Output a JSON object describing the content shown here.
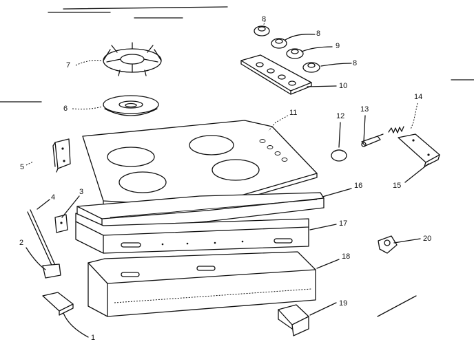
{
  "parts": [
    {
      "id": "p1",
      "label": "1"
    },
    {
      "id": "p2",
      "label": "2"
    },
    {
      "id": "p3",
      "label": "3"
    },
    {
      "id": "p4",
      "label": "4"
    },
    {
      "id": "p5",
      "label": "5"
    },
    {
      "id": "p6",
      "label": "6"
    },
    {
      "id": "p7",
      "label": "7"
    },
    {
      "id": "p8a",
      "label": "8"
    },
    {
      "id": "p8b",
      "label": "8"
    },
    {
      "id": "p8c",
      "label": "8"
    },
    {
      "id": "p9",
      "label": "9"
    },
    {
      "id": "p10",
      "label": "10"
    },
    {
      "id": "p11",
      "label": "11"
    },
    {
      "id": "p12",
      "label": "12"
    },
    {
      "id": "p13",
      "label": "13"
    },
    {
      "id": "p14",
      "label": "14"
    },
    {
      "id": "p15",
      "label": "15"
    },
    {
      "id": "p16",
      "label": "16"
    },
    {
      "id": "p17",
      "label": "17"
    },
    {
      "id": "p18",
      "label": "18"
    },
    {
      "id": "p19",
      "label": "19"
    },
    {
      "id": "p20",
      "label": "20"
    }
  ]
}
